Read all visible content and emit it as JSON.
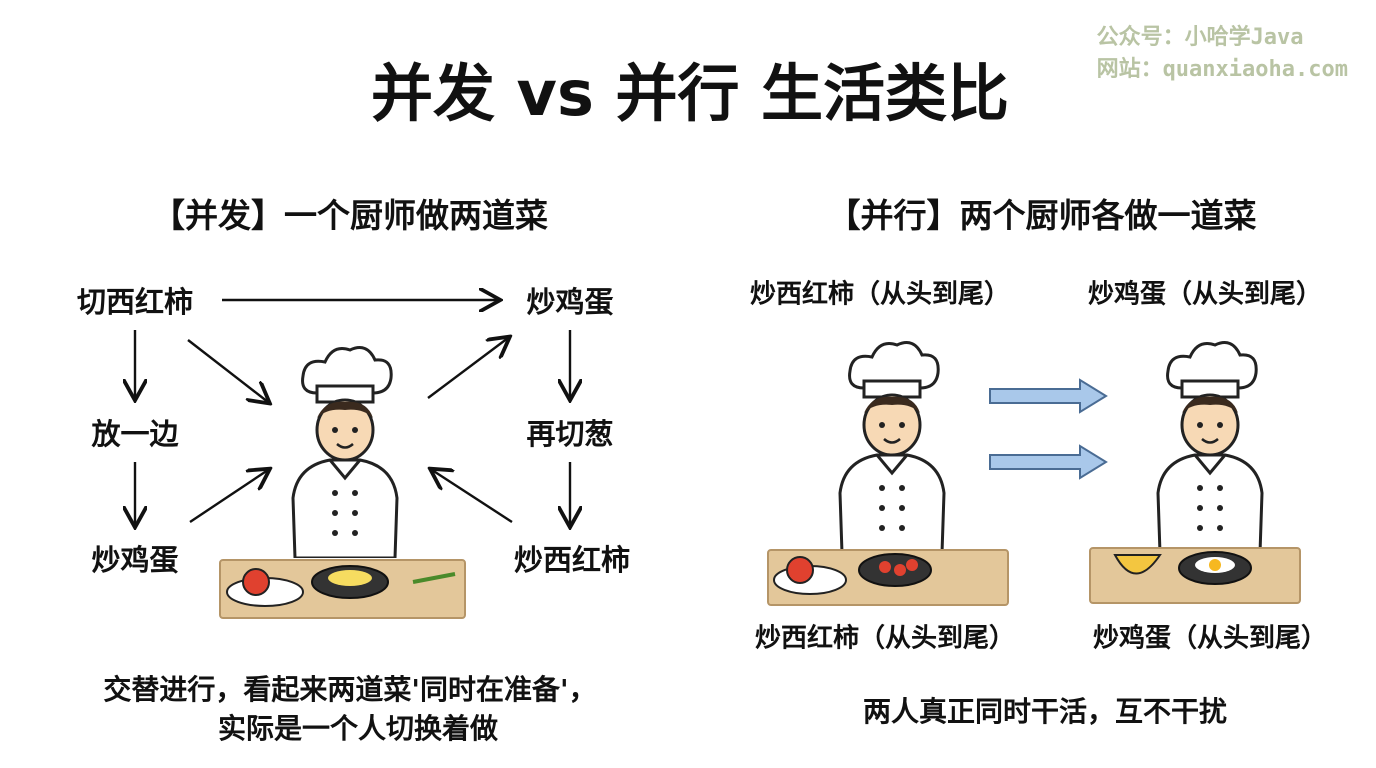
{
  "title": "并发 vs 并行 生活类比",
  "watermark": {
    "line1": "公众号：小哈学Java",
    "line2": "网站：quanxiaoha.com"
  },
  "concurrency": {
    "heading": "【并发】一个厨师做两道菜",
    "steps": [
      "切西红柿",
      "炒鸡蛋",
      "放一边",
      "再切葱",
      "炒鸡蛋",
      "炒西红柿"
    ],
    "caption_line1": "交替进行，看起来两道菜'同时在准备'，",
    "caption_line2": "实际是一个人切换着做"
  },
  "parallelism": {
    "heading": "【并行】两个厨师各做一道菜",
    "top_labels": [
      "炒西红柿（从头到尾）",
      "炒鸡蛋（从头到尾）"
    ],
    "bottom_labels": [
      "炒西红柿（从头到尾）",
      "炒鸡蛋（从头到尾）"
    ],
    "caption": "两人真正同时干活，互不干扰"
  },
  "colors": {
    "arrow_blue": "#a9c8ea",
    "counter": "#e3c79a",
    "hat": "#ffffff",
    "skin": "#f7d9b5"
  }
}
